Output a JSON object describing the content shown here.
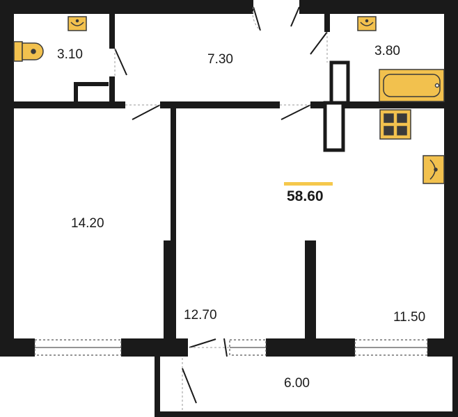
{
  "plan": {
    "total_area": "58.60",
    "rooms": [
      {
        "id": "wc",
        "area": "3.10"
      },
      {
        "id": "hall",
        "area": "7.30"
      },
      {
        "id": "bath",
        "area": "3.80"
      },
      {
        "id": "bedroom",
        "area": "14.20"
      },
      {
        "id": "living",
        "area": "12.70"
      },
      {
        "id": "kitchen",
        "area": "11.50"
      },
      {
        "id": "balcony",
        "area": "6.00"
      }
    ]
  },
  "colors": {
    "wall": "#1a1a1a",
    "fixture_fill": "#f2c14e",
    "fixture_stroke": "#3a3a3a",
    "accent_bar": "#f5c84c",
    "door_line": "#9a9a9a"
  }
}
